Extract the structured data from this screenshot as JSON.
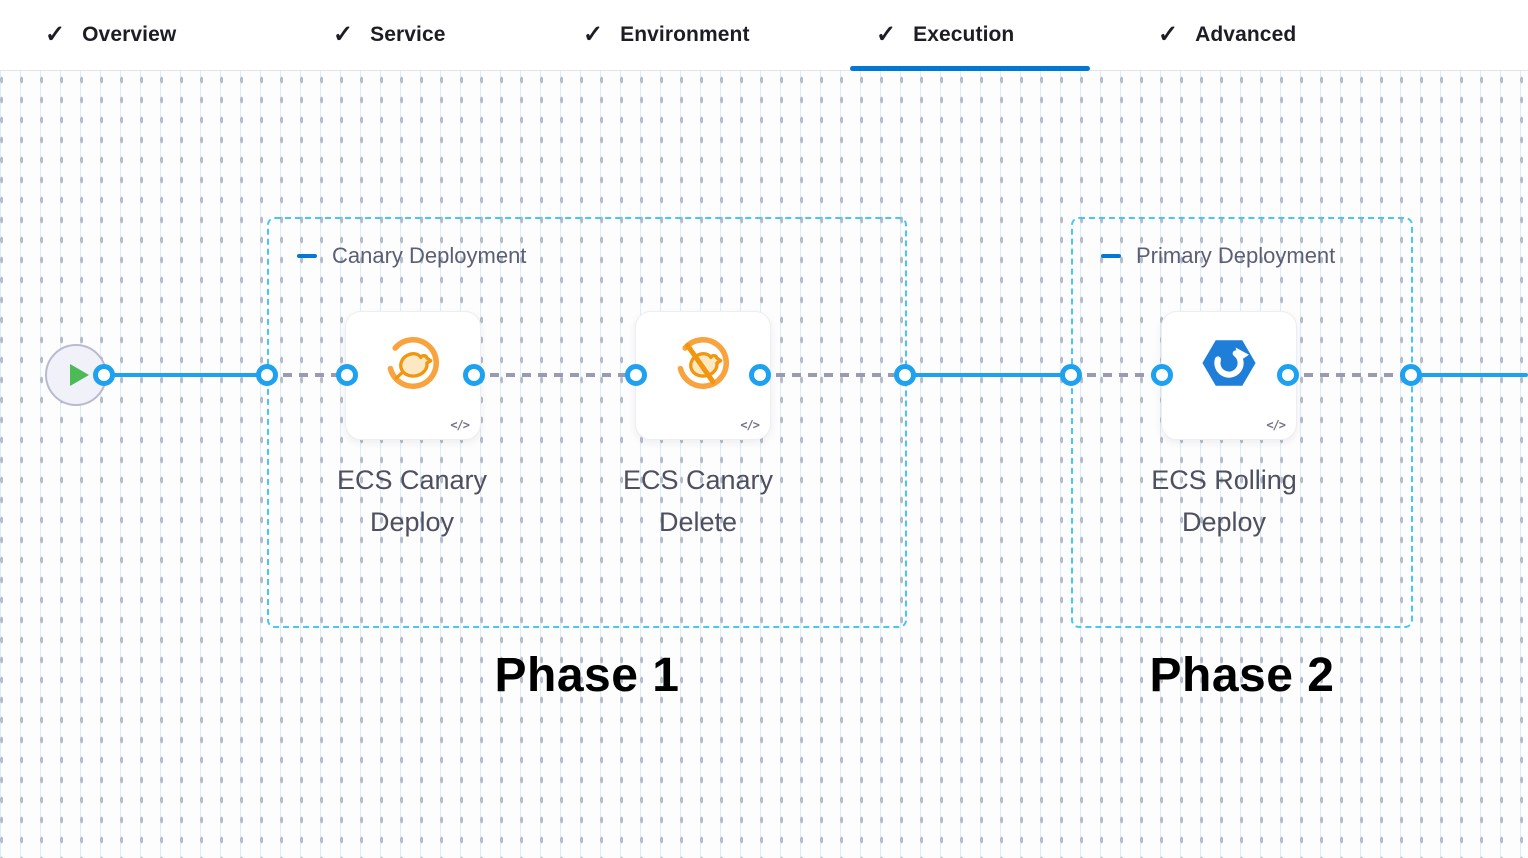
{
  "header": {
    "check_glyph": "✓",
    "tabs": [
      {
        "label": "Overview"
      },
      {
        "label": "Service"
      },
      {
        "label": "Environment"
      },
      {
        "label": "Execution"
      },
      {
        "label": "Advanced"
      }
    ],
    "active_tab": "Execution"
  },
  "pipeline": {
    "code_badge": "</>",
    "groups": [
      {
        "label": "Canary Deployment",
        "phase": "Phase 1",
        "steps": [
          {
            "name": "ECS Canary Deploy"
          },
          {
            "name": "ECS Canary Delete"
          }
        ]
      },
      {
        "label": "Primary Deployment",
        "phase": "Phase 2",
        "steps": [
          {
            "name": "ECS Rolling Deploy"
          }
        ]
      }
    ]
  },
  "colors": {
    "tab_underline": "#0278D5",
    "connector_blue": "#1EA2F0",
    "group_border": "#46C8F3",
    "canary_orange": "#F8A33D",
    "ecs_blue": "#1F7FD8",
    "play_green": "#4CBA57"
  }
}
